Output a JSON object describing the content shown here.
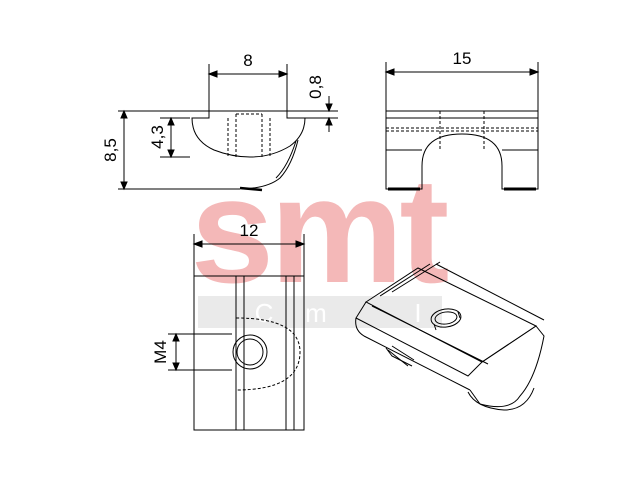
{
  "watermark": {
    "brand": "smt",
    "sub_left": "C",
    "sub_mid": "m",
    "sub_right": "I",
    "brand_color": "#f4b8b8",
    "band_color": "#e8e8e8"
  },
  "dimensions": {
    "top_width": "8",
    "lip_thickness": "0,8",
    "head_height": "4,3",
    "total_height": "8,5",
    "side_length": "15",
    "plan_width": "12",
    "thread": "M4"
  }
}
